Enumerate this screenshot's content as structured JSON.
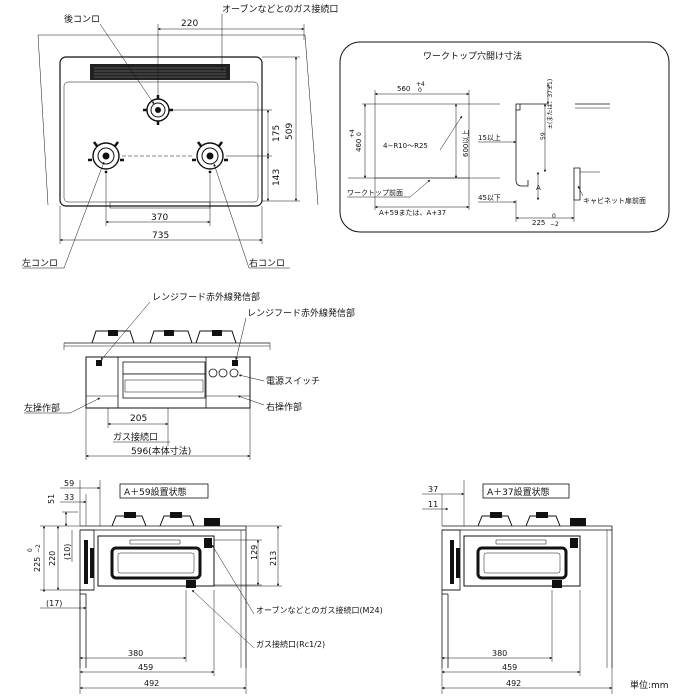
{
  "top_view": {
    "rear_burner": "後コンロ",
    "oven_gas_connection": "オーブンなどとのガス接続口",
    "dim_220": "220",
    "dim_509": "509",
    "dim_175": "175",
    "dim_143": "143",
    "dim_370": "370",
    "dim_735": "735",
    "left_burner": "左コンロ",
    "right_burner": "右コンロ"
  },
  "cutout": {
    "title": "ワークトップ穴開け寸法",
    "w560": "560",
    "w560_tol_upper": "+4",
    "w560_tol_lower": "0",
    "h460": "460",
    "h460_tol_upper": "+4",
    "h460_tol_lower": "0",
    "radius": "4−R10〜R25",
    "h600": "600以上",
    "front_label": "ワークトップ前面",
    "a_note": "A+59または、A+37",
    "d15": "15以上",
    "d59": "59",
    "d59_note": "±(または、37±1)",
    "d45": "45以下",
    "a_label": "A",
    "cabinet_front": "キャビネット扉前面",
    "d225": "225",
    "d225_tol_upper": "0",
    "d225_tol_lower": "−2"
  },
  "front_view": {
    "ir_emitter_1": "レンジフード赤外線発信部",
    "ir_emitter_2": "レンジフード赤外線発信部",
    "power_switch": "電源スイッチ",
    "left_control": "左操作部",
    "right_control": "右操作部",
    "dim_205": "205",
    "gas_connection": "ガス接続口",
    "dim_596": "596(本体寸法)"
  },
  "side_view_59": {
    "state_label": "A＋59設置状態",
    "dim_59": "59",
    "dim_33": "33",
    "dim_51": "51",
    "dim_10": "(10)",
    "dim_220": "220",
    "dim_225": "225",
    "dim_225_tol_upper": "0",
    "dim_225_tol_lower": "−2",
    "dim_129": "129",
    "dim_213": "213",
    "dim_17": "(17)",
    "oven_gas_m24": "オーブンなどとのガス接続口(M24)",
    "gas_rc": "ガス接続口(Rc1/2)",
    "dim_380": "380",
    "dim_459": "459",
    "dim_492": "492"
  },
  "side_view_37": {
    "state_label": "A＋37設置状態",
    "dim_37": "37",
    "dim_11": "11",
    "dim_380": "380",
    "dim_459": "459",
    "dim_492": "492"
  },
  "unit": "単位:mm"
}
